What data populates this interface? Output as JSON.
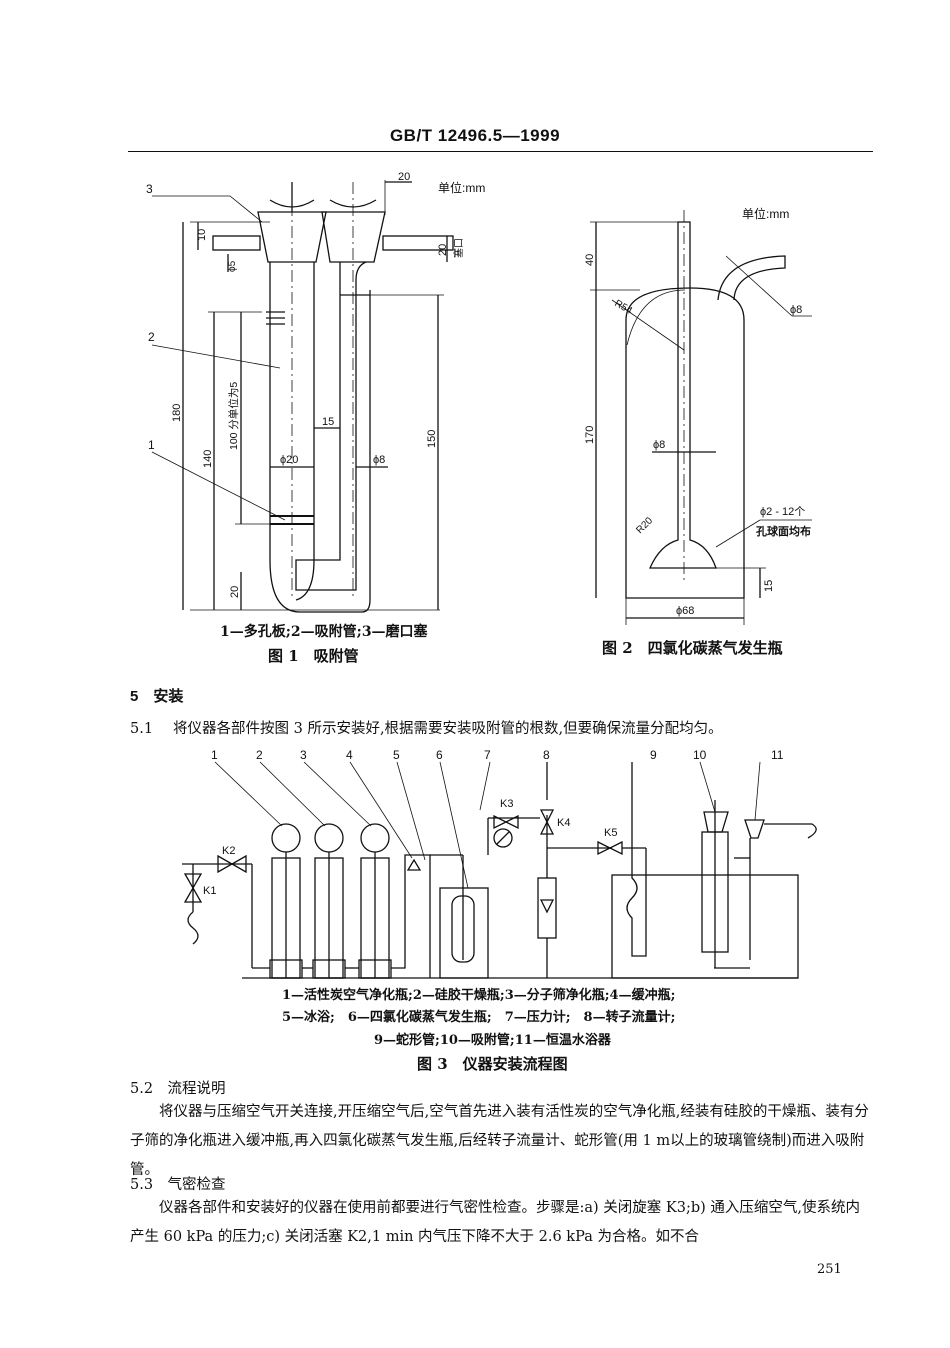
{
  "header": {
    "standard": "GB/T 12496.5—1999"
  },
  "fig1": {
    "unit": "单位:mm",
    "callouts": [
      "3",
      "2",
      "1"
    ],
    "dims": {
      "d20": "20",
      "d10": "10",
      "d5": "ϕ5",
      "d20b": "20",
      "mk": "塞口",
      "d180": "180",
      "d140": "140",
      "d100": "100 分单位为5",
      "d15": "15",
      "d20c": "ϕ20",
      "d8": "ϕ8",
      "d150": "150",
      "d20d": "20"
    },
    "legend": "1—多孔板;2—吸附管;3—磨口塞",
    "caption": "图 1　吸附管"
  },
  "fig2": {
    "unit": "单位:mm",
    "dims": {
      "d40": "40",
      "r54": "R54",
      "d8a": "ϕ8",
      "d170": "170",
      "d8b": "ϕ8",
      "holes": "ϕ2 - 12个",
      "holes2": "孔球面均布",
      "r20": "R20",
      "d15": "15",
      "d68": "ϕ68"
    },
    "caption": "图 2　四氯化碳蒸气发生瓶"
  },
  "section5": {
    "title": "5　安装"
  },
  "s51": {
    "num": "5.1",
    "text": "将仪器各部件按图 3 所示安装好,根据需要安装吸附管的根数,但要确保流量分配均匀。"
  },
  "fig3": {
    "callouts": [
      "1",
      "2",
      "3",
      "4",
      "5",
      "6",
      "7",
      "8",
      "9",
      "10",
      "11"
    ],
    "valves": [
      "K1",
      "K2",
      "K3",
      "K4",
      "K5"
    ],
    "legend1": "1—活性炭空气净化瓶;2—硅胶干燥瓶;3—分子筛净化瓶;4—缓冲瓶;",
    "legend2": "5—冰浴;　6—四氯化碳蒸气发生瓶;　7—压力计;　8—转子流量计;",
    "legend3": "9—蛇形管;10—吸附管;11—恒温水浴器",
    "caption": "图 3　仪器安装流程图"
  },
  "s52": {
    "title": "5.2　流程说明",
    "p": "将仪器与压缩空气开关连接,开压缩空气后,空气首先进入装有活性炭的空气净化瓶,经装有硅胶的干燥瓶、装有分子筛的净化瓶进入缓冲瓶,再入四氯化碳蒸气发生瓶,后经转子流量计、蛇形管(用 1 m以上的玻璃管绕制)而进入吸附管。"
  },
  "s53": {
    "title": "5.3　气密检查",
    "p": "仪器各部件和安装好的仪器在使用前都要进行气密性检查。步骤是:a) 关闭旋塞 K3;b) 通入压缩空气,使系统内产生 60 kPa 的压力;c) 关闭活塞 K2,1 min 内气压下降不大于 2.6 kPa 为合格。如不合"
  },
  "footer": {
    "page": "251"
  }
}
